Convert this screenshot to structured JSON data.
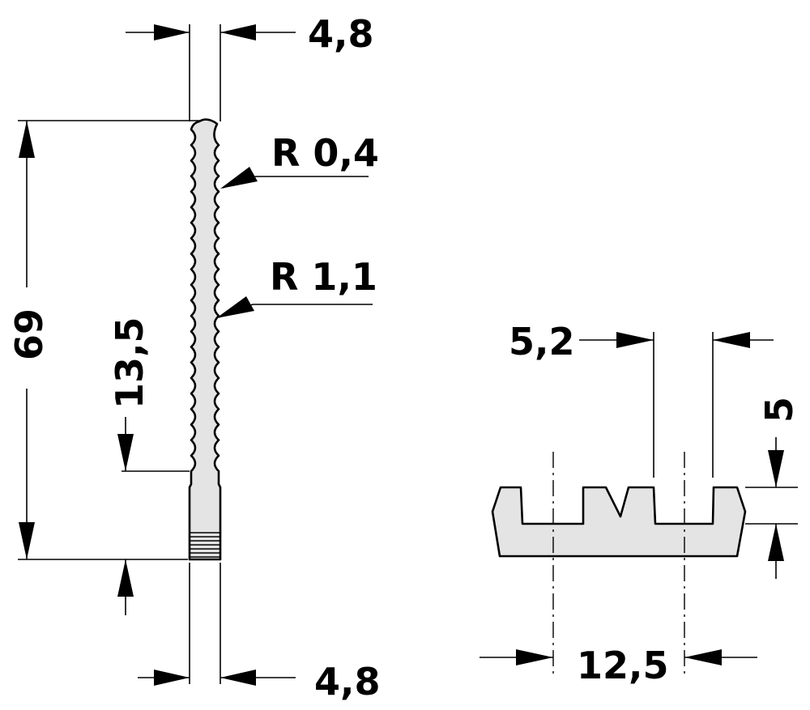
{
  "drawing": {
    "labels": {
      "top_width": "4,8",
      "bottom_width": "4,8",
      "radius_small": "R 0,4",
      "radius_large": "R 1,1",
      "total_height": "69",
      "base_height": "13,5",
      "slot_pitch": "5,2",
      "slot_depth": "5",
      "clip_spacing": "12,5"
    },
    "colors": {
      "part_fill": "#e4e4e4",
      "line": "#000000"
    }
  }
}
